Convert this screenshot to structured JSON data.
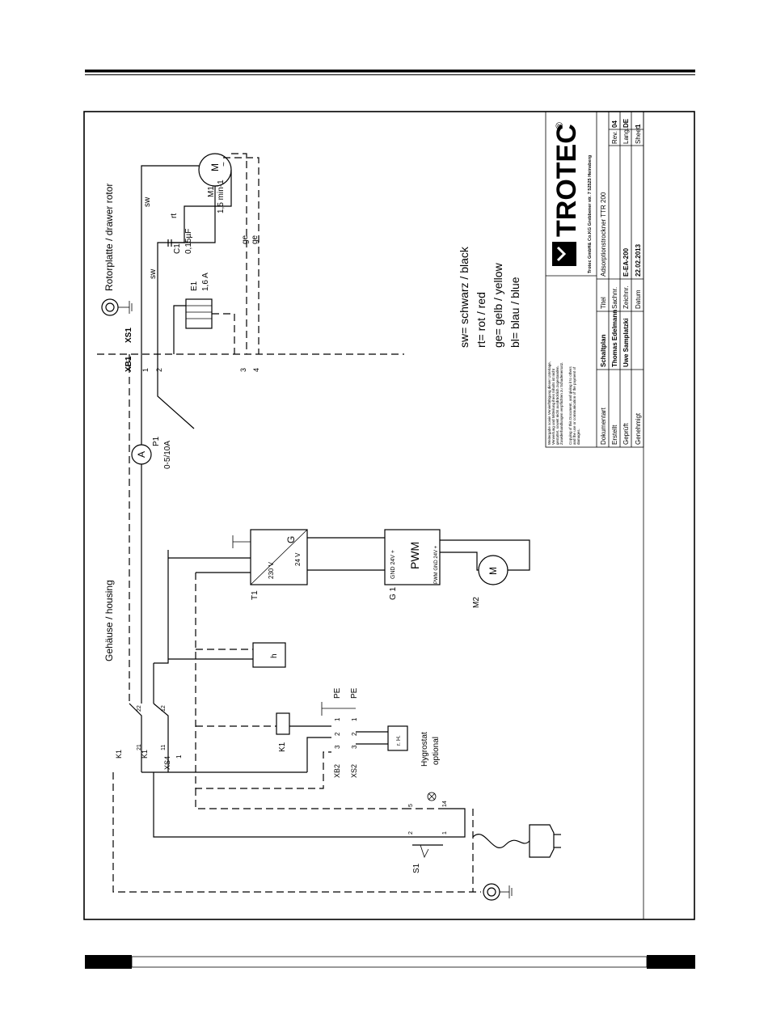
{
  "labels": {
    "rotor_plate": "Rotorplatte / drawer rotor",
    "housing": "Gehäuse / housing",
    "m1": "M1",
    "m1_speed": "1,5 min-1",
    "motor_m": "M",
    "motor_tilde": "~",
    "c1": "C1",
    "c1_value": "0,15µF",
    "e1": "E1",
    "e1_value": "1,6 A",
    "p1": "P1",
    "p1_value": "0-5/10A",
    "ammeter": "A",
    "xb1": "XB1",
    "xs1": "XS1",
    "xs4": "XS4",
    "xb2": "XB2",
    "xs2": "XS2",
    "k1": "K1",
    "k1_coil": "K1",
    "s1": "S1",
    "t1": "T1",
    "t1_in": "230 V",
    "t1_out": "24 V",
    "t1_g": "G",
    "g1": "G 1",
    "pwm": "PWM",
    "pwm_top": "GND   24V +",
    "pwm_bottom": "PWM GND 24V +",
    "m2": "M2",
    "h": "h",
    "pe": "PE",
    "hygrostat": "Hygrostat",
    "optional": "optional",
    "rh": "r. H.",
    "sw": "sw",
    "rt": "rt",
    "ge": "ge",
    "n1": "1",
    "n2": "2",
    "n3": "3",
    "n4": "4",
    "n5": "5",
    "n11": "11",
    "n12": "12",
    "n21": "21",
    "n22": "22",
    "n14": "14",
    "n2s": "2",
    "n1s": "1"
  },
  "legend": [
    "sw= schwarz / black",
    "rt= rot / red",
    "ge= gelb / yellow",
    "bl= blau / blue"
  ],
  "title_block": {
    "brand": "TROTEC",
    "registered": "®",
    "company": "Trotec GmbH& Co.KG Grebbener str. 7 52525 Heinsberg",
    "notice": [
      "Weitergabe sowie Vervielfältigung dieser Unterlage,",
      "Verwertung und Mitteilung ihres Inhalts ist nicht",
      "gestattet, soweit nicht ausdrücklich zugestanden.",
      "Zuwiderhandlungen verpflichten zu Schadenersatz.",
      "Copying of this Document, and giving it to others",
      "and the use or communication of the payment of",
      "damages."
    ],
    "rows": [
      {
        "label": "Dokumentart",
        "value": "Schaltplan",
        "label2": "Titel",
        "value2": "Adsorptionstrockner TTR 200",
        "label3": "",
        "value3": ""
      },
      {
        "label": "Erstellt",
        "value": "Thomas Edelmann",
        "label2": "Sachnr.",
        "value2": "",
        "label3": "Rev.",
        "value3": "04"
      },
      {
        "label": "Geprüft",
        "value": "Uwe Samplatzki",
        "label2": "Zeichnr.",
        "value2": "E-EA-200",
        "label3": "Lang.",
        "value3": "DE"
      },
      {
        "label": "Genehmigt",
        "value": "",
        "label2": "Datum",
        "value2": "22.02.2013",
        "label3": "Sheet",
        "value3": "1"
      }
    ]
  }
}
